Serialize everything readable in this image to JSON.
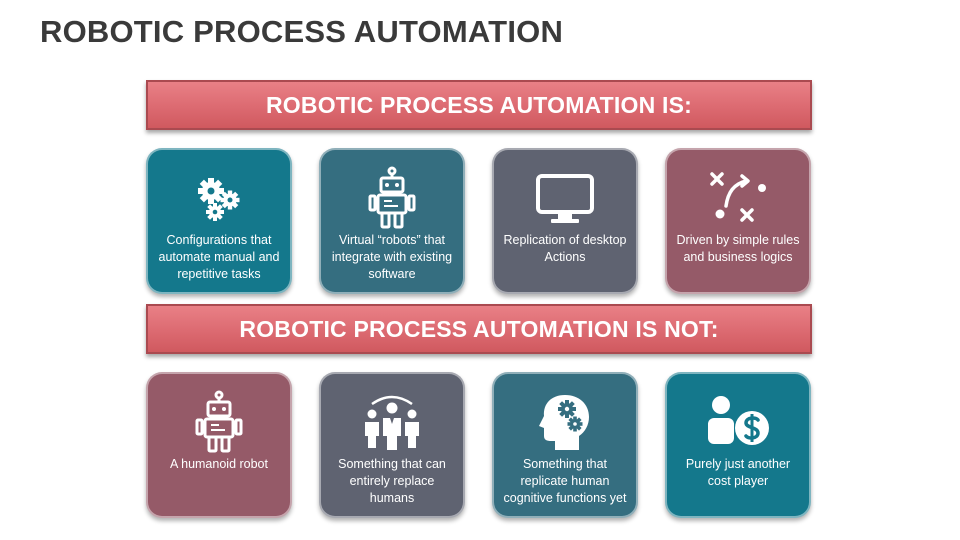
{
  "title": "ROBOTIC PROCESS AUTOMATION",
  "banner_is": "ROBOTIC PROCESS AUTOMATION IS:",
  "banner_not": "ROBOTIC PROCESS AUTOMATION IS NOT:",
  "colors": {
    "teal": "#14788c",
    "slate_teal": "#356e80",
    "gray": "#5f6371",
    "mauve": "#955a68",
    "banner": "#dc6a71"
  },
  "is_cards": [
    {
      "text": "Configurations that automate manual and repetitive tasks",
      "icon": "gears-icon"
    },
    {
      "text": "Virtual “robots” that integrate with existing software",
      "icon": "robot-icon"
    },
    {
      "text": "Replication of desktop Actions",
      "icon": "monitor-icon"
    },
    {
      "text": "Driven by simple rules and business logics",
      "icon": "strategy-icon"
    }
  ],
  "not_cards": [
    {
      "text": "A humanoid robot",
      "icon": "robot-icon"
    },
    {
      "text": "Something that can entirely replace humans",
      "icon": "team-icon"
    },
    {
      "text": "Something that replicate human cognitive functions yet",
      "icon": "head-gears-icon"
    },
    {
      "text": "Purely just another cost player",
      "icon": "person-dollar-icon"
    }
  ]
}
